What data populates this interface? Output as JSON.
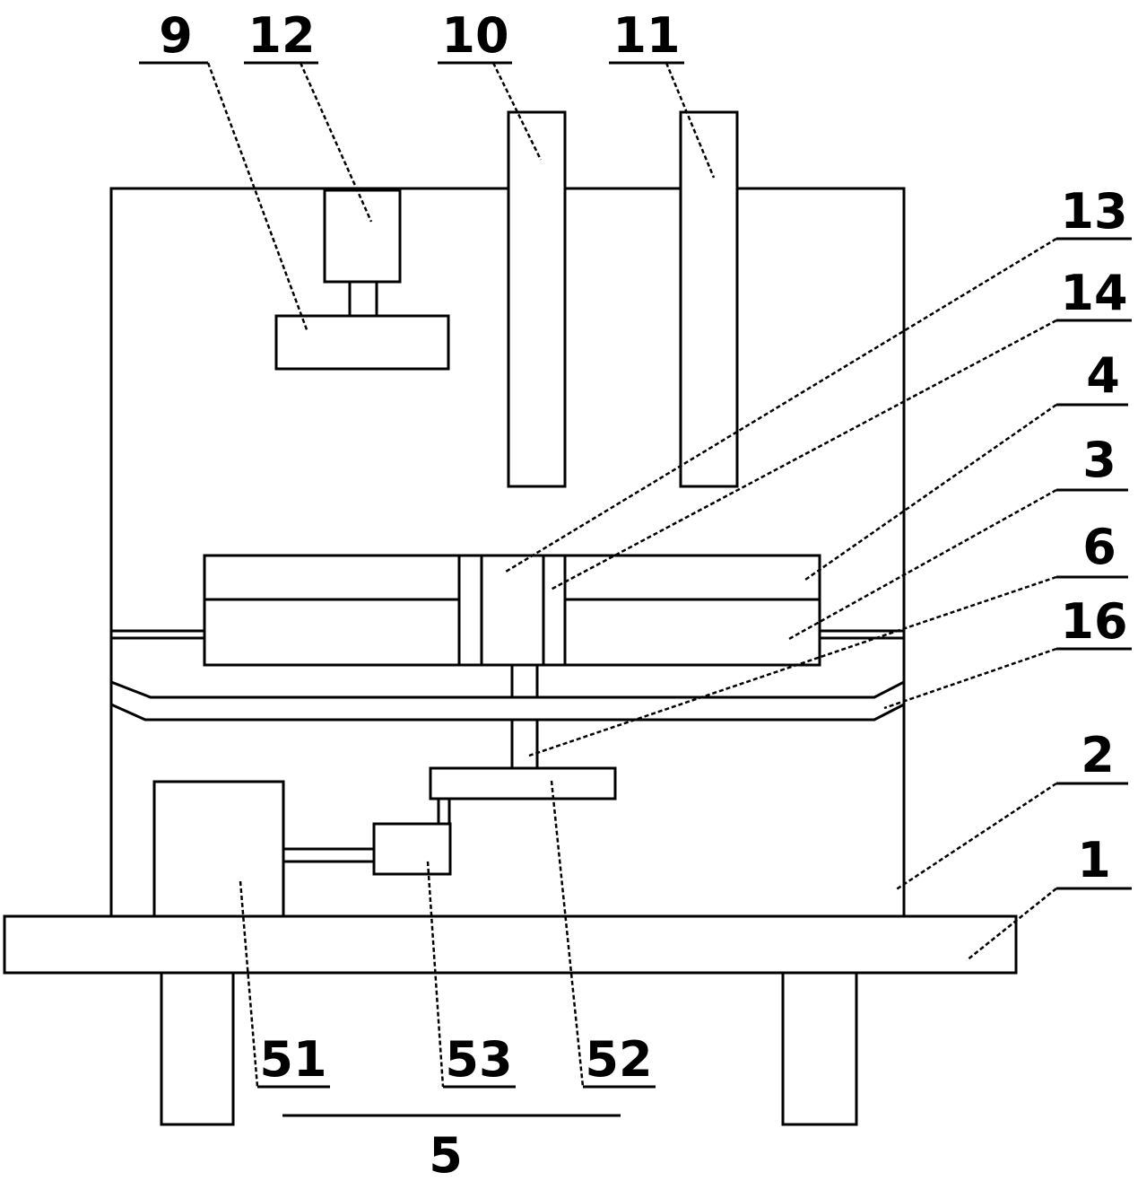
{
  "labels": {
    "l1": "1",
    "l2": "2",
    "l3": "3",
    "l4": "4",
    "l5": "5",
    "l6": "6",
    "l9": "9",
    "l10": "10",
    "l11": "11",
    "l12": "12",
    "l13": "13",
    "l14": "14",
    "l16": "16",
    "l51": "51",
    "l52": "52",
    "l53": "53"
  }
}
